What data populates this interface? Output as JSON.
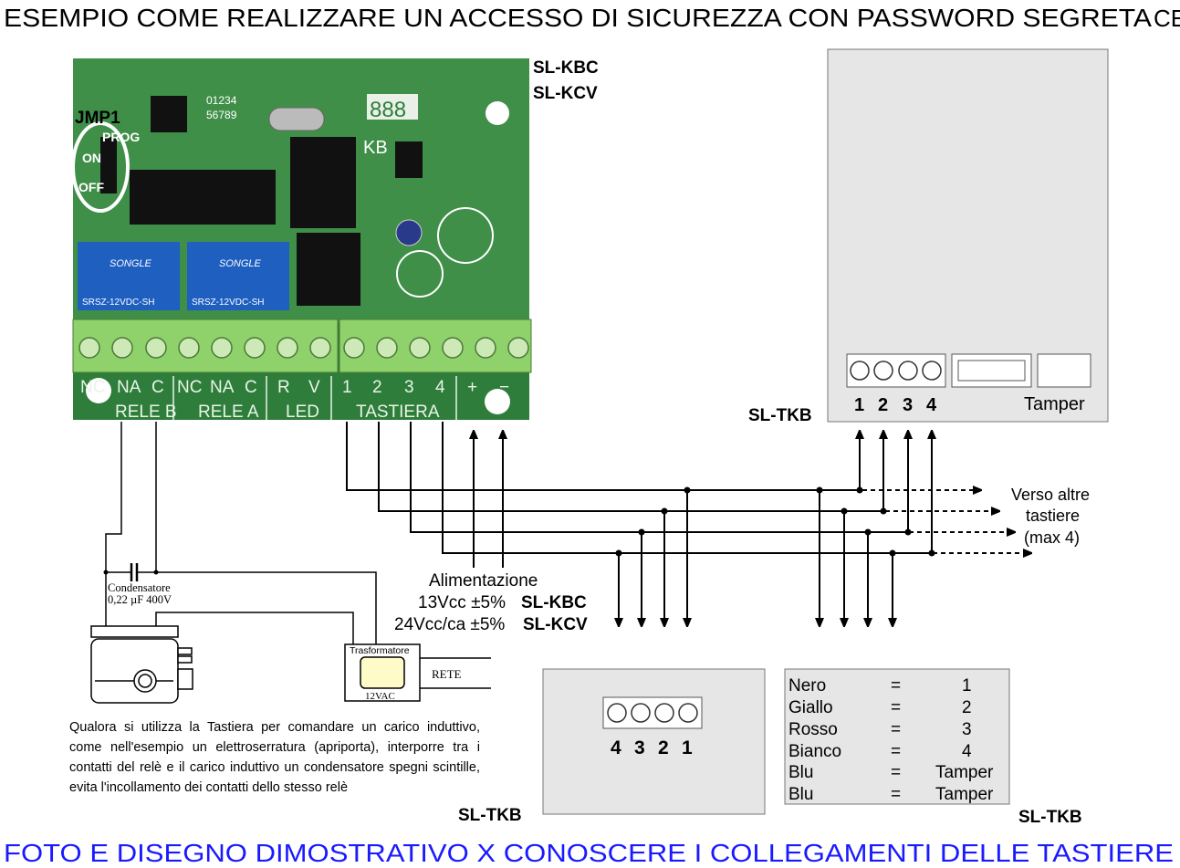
{
  "title": "ESEMPIO COME REALIZZARE UN ACCESSO DI SICUREZZA CON PASSWORD SEGRETA",
  "ce_mark": "CE",
  "footer": "FOTO E DISEGNO DIMOSTRATIVO X CONOSCERE I COLLEGAMENTI DELLE TASTIERE",
  "board": {
    "model_1": "SL-KBC",
    "model_2": "SL-KCV",
    "jumper": "JMP1",
    "jumper_on": "ON",
    "jumper_off": "OFF",
    "jumper_prog": "PROG",
    "kb": "KB",
    "display": "888",
    "digits_top": "01234",
    "digits_bottom": "56789",
    "relay_brand": "SONGLE",
    "relay_model": "SRSZ-12VDC-SH",
    "terminal_labels": [
      "NC",
      "NA",
      "C",
      "NC",
      "NA",
      "C",
      "R",
      "V",
      "1",
      "2",
      "3",
      "4",
      "+",
      "−"
    ],
    "group_labels": [
      "RELE B",
      "RELE A",
      "LED",
      "TASTIERA"
    ]
  },
  "keypad_top": {
    "label": "SL-TKB",
    "pins": [
      "1",
      "2",
      "3",
      "4"
    ],
    "tamper": "Tamper"
  },
  "other_keypads": {
    "text_1": "Verso altre",
    "text_2": "tastiere",
    "text_3": "(max 4)"
  },
  "power": {
    "label": "Alimentazione",
    "line_1_value": "13Vcc ±5%",
    "line_1_model": "SL-KBC",
    "line_2_value": "24Vcc/ca ±5%",
    "line_2_model": "SL-KCV"
  },
  "capacitor": {
    "label": "Condensatore",
    "value": "0,22 µF 400V"
  },
  "transformer": {
    "label": "Trasformatore",
    "voltage": "12VAC",
    "mains": "RETE"
  },
  "note": "Qualora si utilizza la Tastiera per comandare un carico induttivo, come nell'esempio un elettroserratura (apriporta), interporre tra i contatti del relè e il carico induttivo un condensatore spegni scintille, evita l'incollamento dei contatti dello stesso relè",
  "keypad_back": {
    "label": "SL-TKB",
    "pins": [
      "4",
      "3",
      "2",
      "1"
    ]
  },
  "color_table": {
    "label": "SL-TKB",
    "rows": [
      {
        "color": "Nero",
        "eq": "=",
        "pin": "1"
      },
      {
        "color": "Giallo",
        "eq": "=",
        "pin": "2"
      },
      {
        "color": "Rosso",
        "eq": "=",
        "pin": "3"
      },
      {
        "color": "Bianco",
        "eq": "=",
        "pin": "4"
      },
      {
        "color": "Blu",
        "eq": "=",
        "pin": "Tamper"
      },
      {
        "color": "Blu",
        "eq": "=",
        "pin": "Tamper"
      }
    ]
  },
  "colors": {
    "footer": "#1a1aff",
    "pcb": "#2f7d3a",
    "terminal": "#8fd16a",
    "panel": "#e6e6e6"
  }
}
